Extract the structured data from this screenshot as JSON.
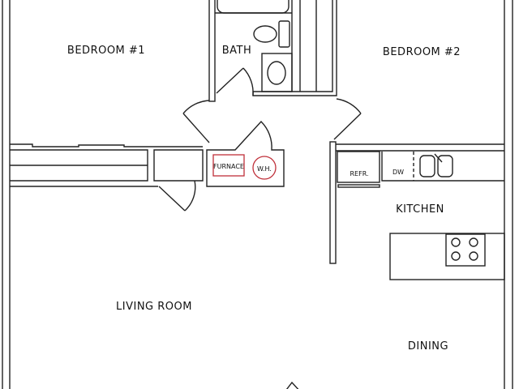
{
  "rooms": {
    "bedroom1": "BEDROOM #1",
    "bath": "BATH",
    "bedroom2": "BEDROOM #2",
    "living": "LIVING ROOM",
    "kitchen": "KITCHEN",
    "dining": "DINING"
  },
  "fixtures": {
    "furnace": "FURNACE",
    "water_heater": "W.H.",
    "refrigerator": "REFR.",
    "dishwasher": "DW"
  },
  "colors": {
    "wall": "#222222",
    "utility": "#c0303a"
  }
}
